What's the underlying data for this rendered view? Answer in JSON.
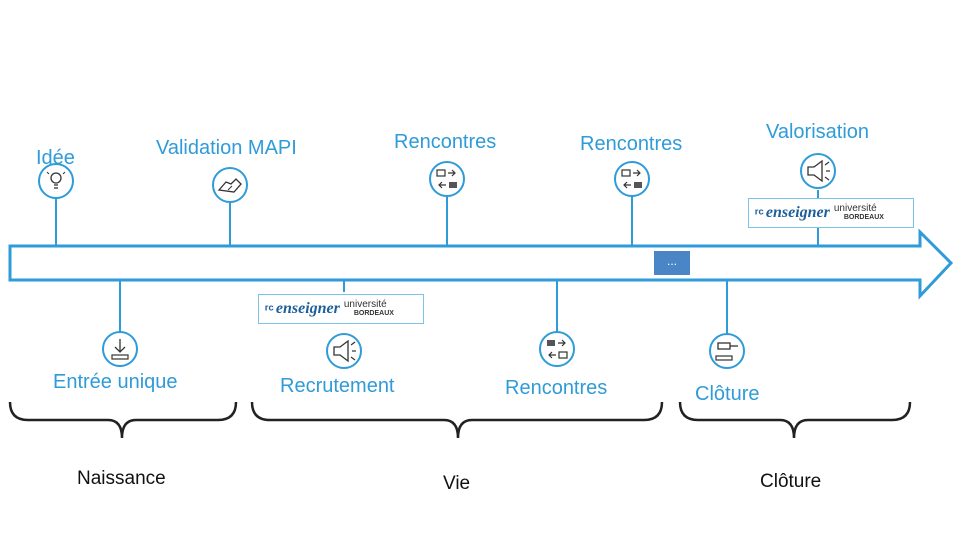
{
  "timeline": {
    "top_events": [
      {
        "label": "Idée",
        "icon": "lightbulb-icon"
      },
      {
        "label": "Validation MAPI",
        "icon": "handshake-icon"
      },
      {
        "label": "Rencontres",
        "icon": "exchange-icon"
      },
      {
        "label": "Rencontres",
        "icon": "exchange-icon"
      },
      {
        "label": "Valorisation",
        "icon": "megaphone-icon"
      }
    ],
    "bottom_events": [
      {
        "label": "Entrée unique",
        "icon": "download-icon"
      },
      {
        "label": "Recrutement",
        "icon": "megaphone-icon"
      },
      {
        "label": "Rencontres",
        "icon": "exchange-icon"
      },
      {
        "label": "Clôture",
        "icon": "gavel-icon"
      }
    ],
    "ellipsis": "...",
    "logo": {
      "text": "enseigner",
      "university_line1": "université",
      "university_line2": "BORDEAUX"
    }
  },
  "phases": [
    "Naissance",
    "Vie",
    "Clôture"
  ],
  "colors": {
    "accent": "#2f9bd8",
    "arrow": "#2f9bd8",
    "bracket": "#222222",
    "ellipsis_box": "#4a86c6"
  }
}
